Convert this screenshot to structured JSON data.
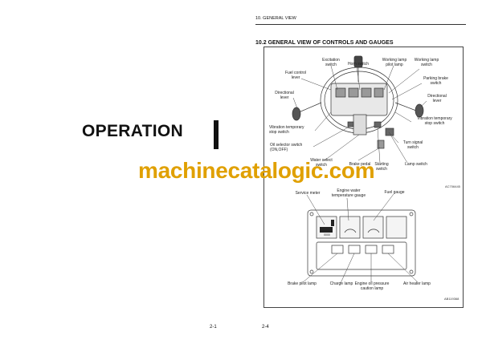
{
  "header": "10. GENERAL VIEW",
  "section_title": "10.2 GENERAL VIEW OF CONTROLS AND GAUGES",
  "operation_title": "OPERATION",
  "page_left": "2-1",
  "page_right": "2-4",
  "watermark": "machinecatalogic.com",
  "controls_labels": {
    "excitation_switch": "Excitation\nswitch",
    "horn_switch": "Horn switch",
    "working_lamp_pilot": "Working lamp\npilot lamp",
    "working_lamp_switch": "Working lamp\nswitch",
    "fuel_control_lever": "Fuel control\nlever",
    "parking_brake_switch": "Parking brake\nswitch",
    "directional_lever_left": "Directional\nlever",
    "directional_lever_right": "Directional\nlever",
    "vibration_stop_left": "Vibration temporary\nstop switch",
    "vibration_stop_right": "Vibration temporary\nstop switch",
    "oil_selector_switch": "Oil selector switch\n(ON,OFF)",
    "turn_signal_switch": "Turn signal\nswitch",
    "water_select_switch": "Water select\nswitch",
    "brake_pedal": "Brake pedal",
    "starting_switch": "Starting\nswitch",
    "lamp_switch": "Lamp switch",
    "ref1": "AC706445"
  },
  "gauge_labels": {
    "service_meter": "Service meter",
    "engine_water_temp": "Engine water\ntemperature gauge",
    "fuel_gauge": "Fuel gauge",
    "brake_pilot_lamp": "Brake pilot lamp",
    "charge_lamp": "Charge lamp",
    "oil_pressure_lamp": "Engine oil pressure\ncaution lamp",
    "air_heater_lamp": "Air heater lamp",
    "service_meter_digits": "0000",
    "ref2": "AB119368"
  }
}
